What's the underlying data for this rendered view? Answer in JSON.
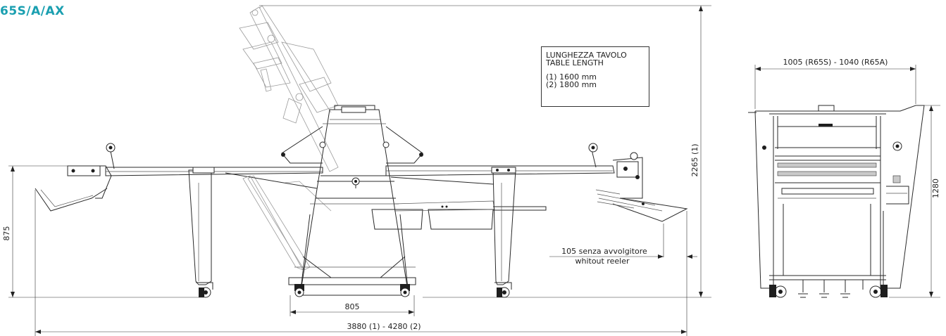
{
  "title": "65S/A/AX",
  "note_box": {
    "line1": "LUNGHEZZA TAVOLO",
    "line2": "TABLE LENGTH",
    "line3": "(1) 1600 mm",
    "line4": "(2) 1800 mm"
  },
  "dimensions": {
    "height_max": "2265 (1)",
    "table_height": "875",
    "frame_width": "805",
    "total_length": "3880 (1) - 4280 (2)",
    "reeler_note_1": "105 senza avvolgitore",
    "reeler_note_2": "whitout reeler",
    "side_width": "1005 (R65S) - 1040 (R65A)",
    "side_height": "1280"
  },
  "colors": {
    "title": "#1a9fb0",
    "line": "#2a2a2a",
    "ghost": "#9a9a9a"
  }
}
